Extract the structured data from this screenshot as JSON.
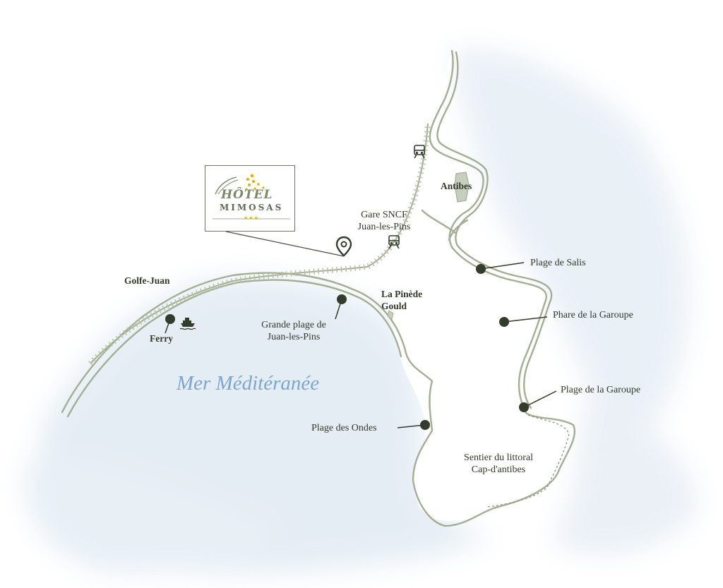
{
  "sea_label": "Mer Méditéranée",
  "logo": {
    "line1": "HÔTEL",
    "line2": "MIMOSAS",
    "stars": "★★★"
  },
  "places": {
    "golfe_juan": "Golfe-Juan",
    "ferry": "Ferry",
    "gare_line1": "Gare SNCF",
    "gare_line2": "Juan-les-Pins",
    "antibes": "Antibes",
    "pinede_line1": "La Pinède",
    "pinede_line2": "Gould",
    "grande_plage_line1": "Grande plage de",
    "grande_plage_line2": "Juan-les-Pins",
    "plage_salis": "Plage de Salis",
    "phare_garoupe": "Phare de la Garoupe",
    "plage_garoupe": "Plage de la Garoupe",
    "plage_ondes": "Plage des Ondes",
    "sentier_line1": "Sentier du littoral",
    "sentier_line2": "Cap-d'antibes"
  },
  "colors": {
    "coast": "#a4ae92",
    "sea": "#dfe9f2",
    "marker": "#343d2b",
    "sea_text": "#7aa6cf"
  },
  "icons": [
    "train-icon",
    "ferry-icon",
    "location-pin-icon"
  ]
}
